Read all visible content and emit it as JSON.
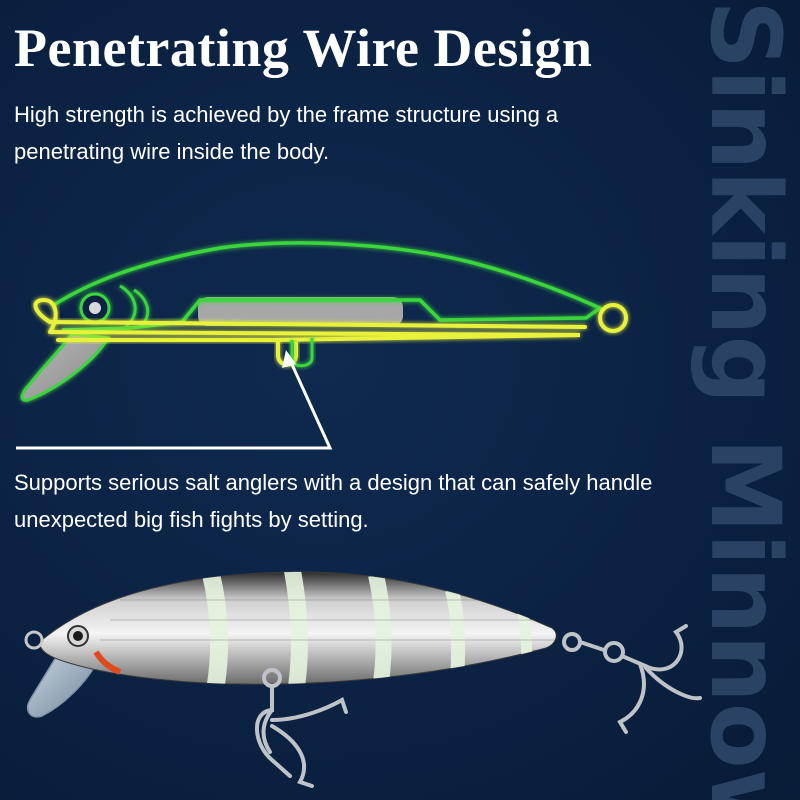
{
  "headline": "Penetrating Wire Design",
  "description_top": "High strength is achieved by the frame structure using a penetrating wire inside the body.",
  "description_bottom": "Supports serious salt anglers with a design that can safely handle unexpected big fish fights by setting.",
  "side_text": "Sinking Minnow",
  "colors": {
    "background": "#0b2243",
    "outline_green": "#3bd63b",
    "wire_yellow": "#e9f23a",
    "text": "#ffffff",
    "side_text": "#2c4566"
  }
}
